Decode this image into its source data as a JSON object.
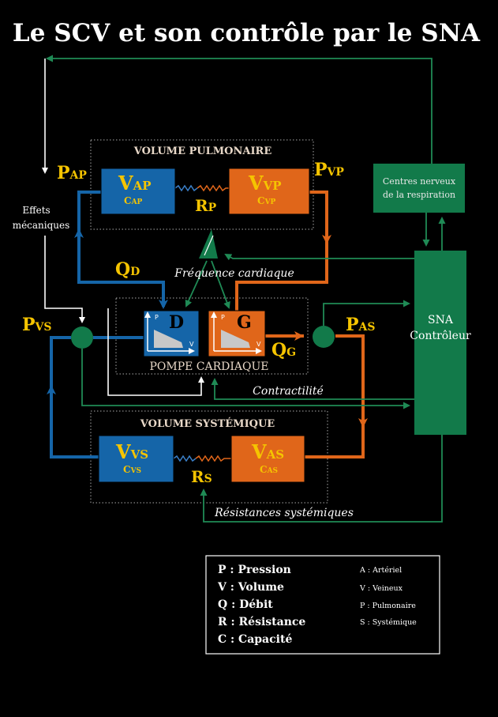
{
  "title": "Le SCV et son contrôle par le SNA",
  "colors": {
    "background": "#000000",
    "venous_blue": "#1565a8",
    "arterial_orange": "#e0661a",
    "controller_green": "#127a4a",
    "control_line": "#1f8a55",
    "label_yellow": "#f5c400",
    "text_white": "#ffffff"
  },
  "sections": {
    "pulmonary": "VOLUME PULMONAIRE",
    "pump": "POMPE CARDIAQUE",
    "systemic": "VOLUME SYSTÉMIQUE"
  },
  "boxes": {
    "vap": {
      "main": "V",
      "sub": "AP",
      "cap_main": "C",
      "cap_sub": "AP"
    },
    "vvp": {
      "main": "V",
      "sub": "VP",
      "cap_main": "C",
      "cap_sub": "VP"
    },
    "vvs": {
      "main": "V",
      "sub": "VS",
      "cap_main": "C",
      "cap_sub": "VS"
    },
    "vas": {
      "main": "V",
      "sub": "AS",
      "cap_main": "C",
      "cap_sub": "AS"
    },
    "right_heart": "D",
    "left_heart": "G",
    "pv_p": "P",
    "pv_v": "V"
  },
  "pressures": {
    "pap": {
      "main": "P",
      "sub": "AP"
    },
    "pvp": {
      "main": "P",
      "sub": "VP"
    },
    "pvs": {
      "main": "P",
      "sub": "VS"
    },
    "pas": {
      "main": "P",
      "sub": "AS"
    }
  },
  "resistances": {
    "rp": {
      "main": "R",
      "sub": "P"
    },
    "rs": {
      "main": "R",
      "sub": "S"
    }
  },
  "flows": {
    "qd": {
      "main": "Q",
      "sub": "D"
    },
    "qg": {
      "main": "Q",
      "sub": "G"
    }
  },
  "controls": {
    "heart_rate": "Fréquence cardiaque",
    "contractility": "Contractilité",
    "resistances": "Résistances systémiques"
  },
  "respiration": {
    "line1": "Centres nerveux",
    "line2": "de la respiration"
  },
  "effects": {
    "line1": "Effets",
    "line2": "mécaniques"
  },
  "sna": {
    "line1": "SNA",
    "line2": "Contrôleur"
  },
  "legend_left": [
    "P : Pression",
    "V : Volume",
    "Q : Débit",
    "R : Résistance",
    "C : Capacité"
  ],
  "legend_right": [
    "A : Artériel",
    "V : Veineux",
    "P : Pulmonaire",
    "S : Systémique"
  ]
}
